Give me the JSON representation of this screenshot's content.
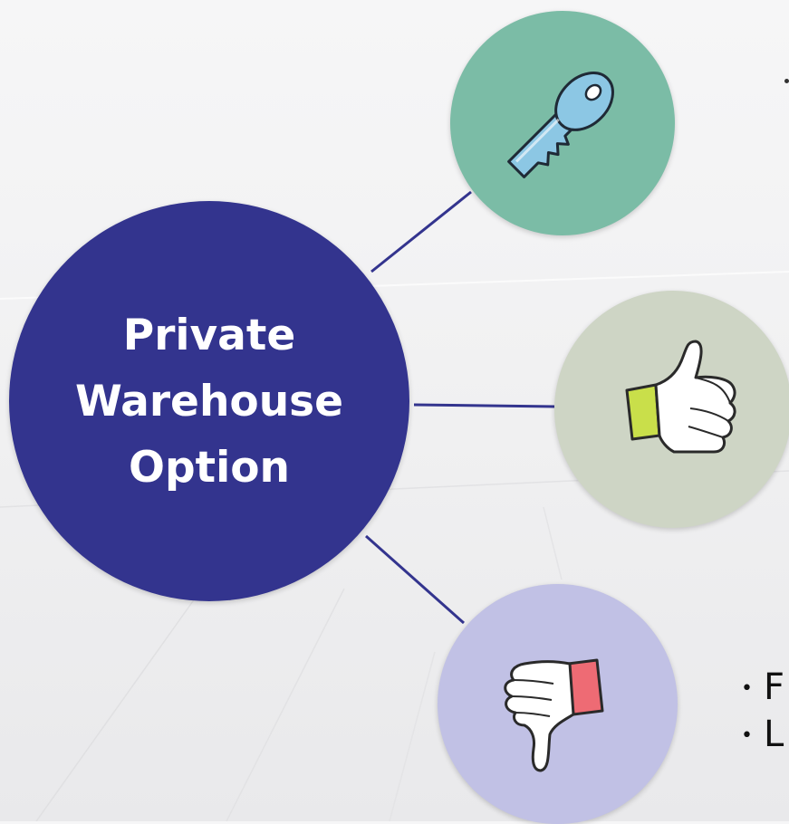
{
  "main_node": {
    "lines": [
      "Private",
      "Warehouse",
      "Option"
    ],
    "color": "#33348e"
  },
  "nodes": [
    {
      "icon": "key-icon",
      "color": "#7bbca6"
    },
    {
      "icon": "thumbs-up-icon",
      "color": "#ced5c5"
    },
    {
      "icon": "thumbs-down-icon",
      "color": "#c1c1e5"
    }
  ],
  "connector_color": "#33348e",
  "bullets": [
    {
      "marker": "•",
      "text": "F"
    },
    {
      "marker": "•",
      "text": "L"
    }
  ]
}
